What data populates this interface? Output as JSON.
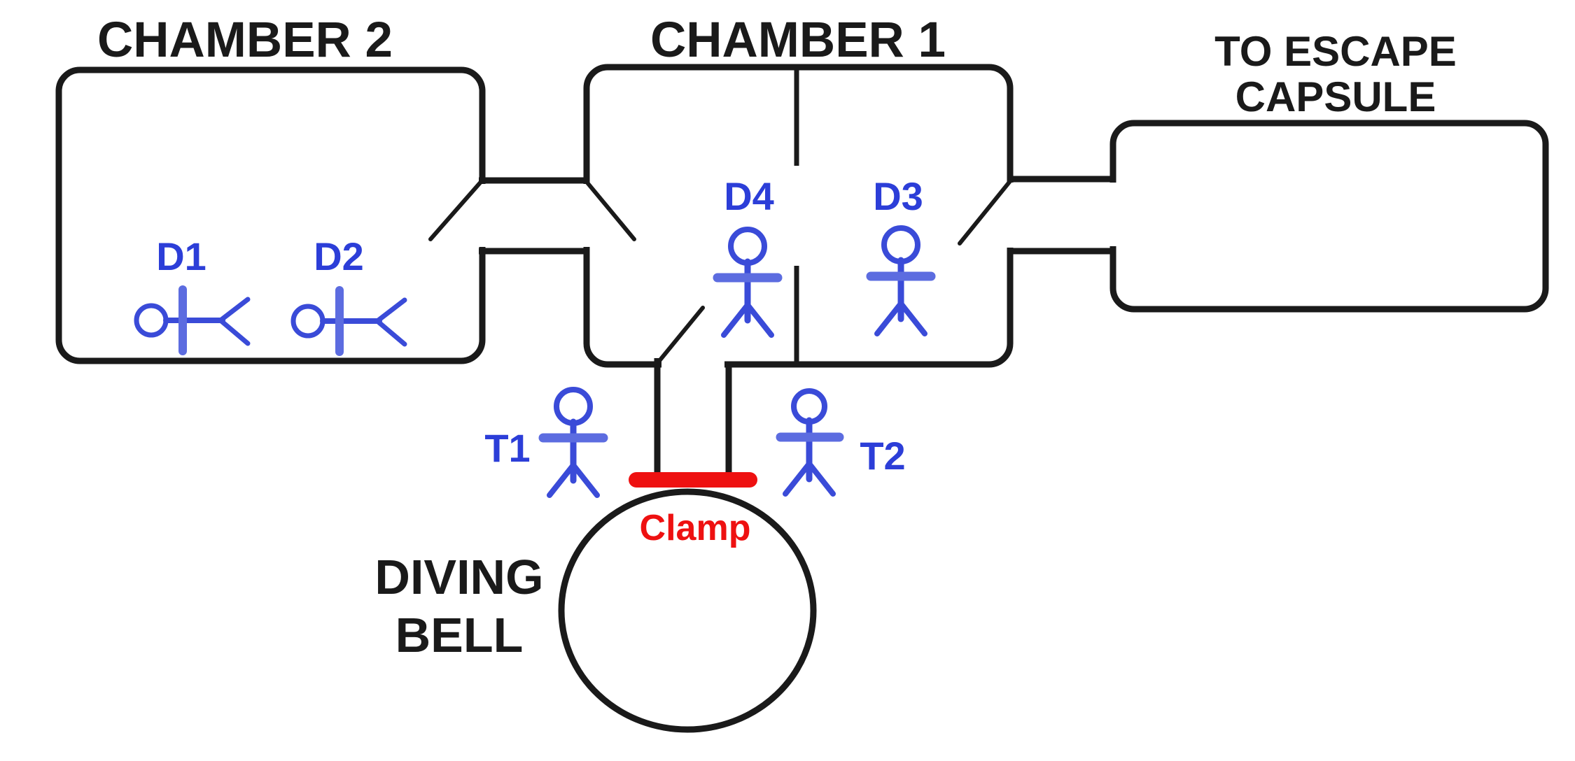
{
  "diagram": {
    "title_chamber2": "CHAMBER 2",
    "title_chamber1": "CHAMBER 1",
    "escape_capsule_line1": "TO ESCAPE",
    "escape_capsule_line2": "CAPSULE",
    "diving_bell_line1": "DIVING",
    "diving_bell_line2": "BELL",
    "clamp_label": "Clamp",
    "divers": {
      "d1": "D1",
      "d2": "D2",
      "d3": "D3",
      "d4": "D4"
    },
    "tenders": {
      "t1": "T1",
      "t2": "T2"
    },
    "colors": {
      "outline_black": "#1a1a1a",
      "figure_blue": "#3a4bd8",
      "figure_arm_blue": "#5c6ce0",
      "label_blue": "#2c3ed8",
      "clamp_red": "#ee1111",
      "background": "#ffffff"
    }
  }
}
